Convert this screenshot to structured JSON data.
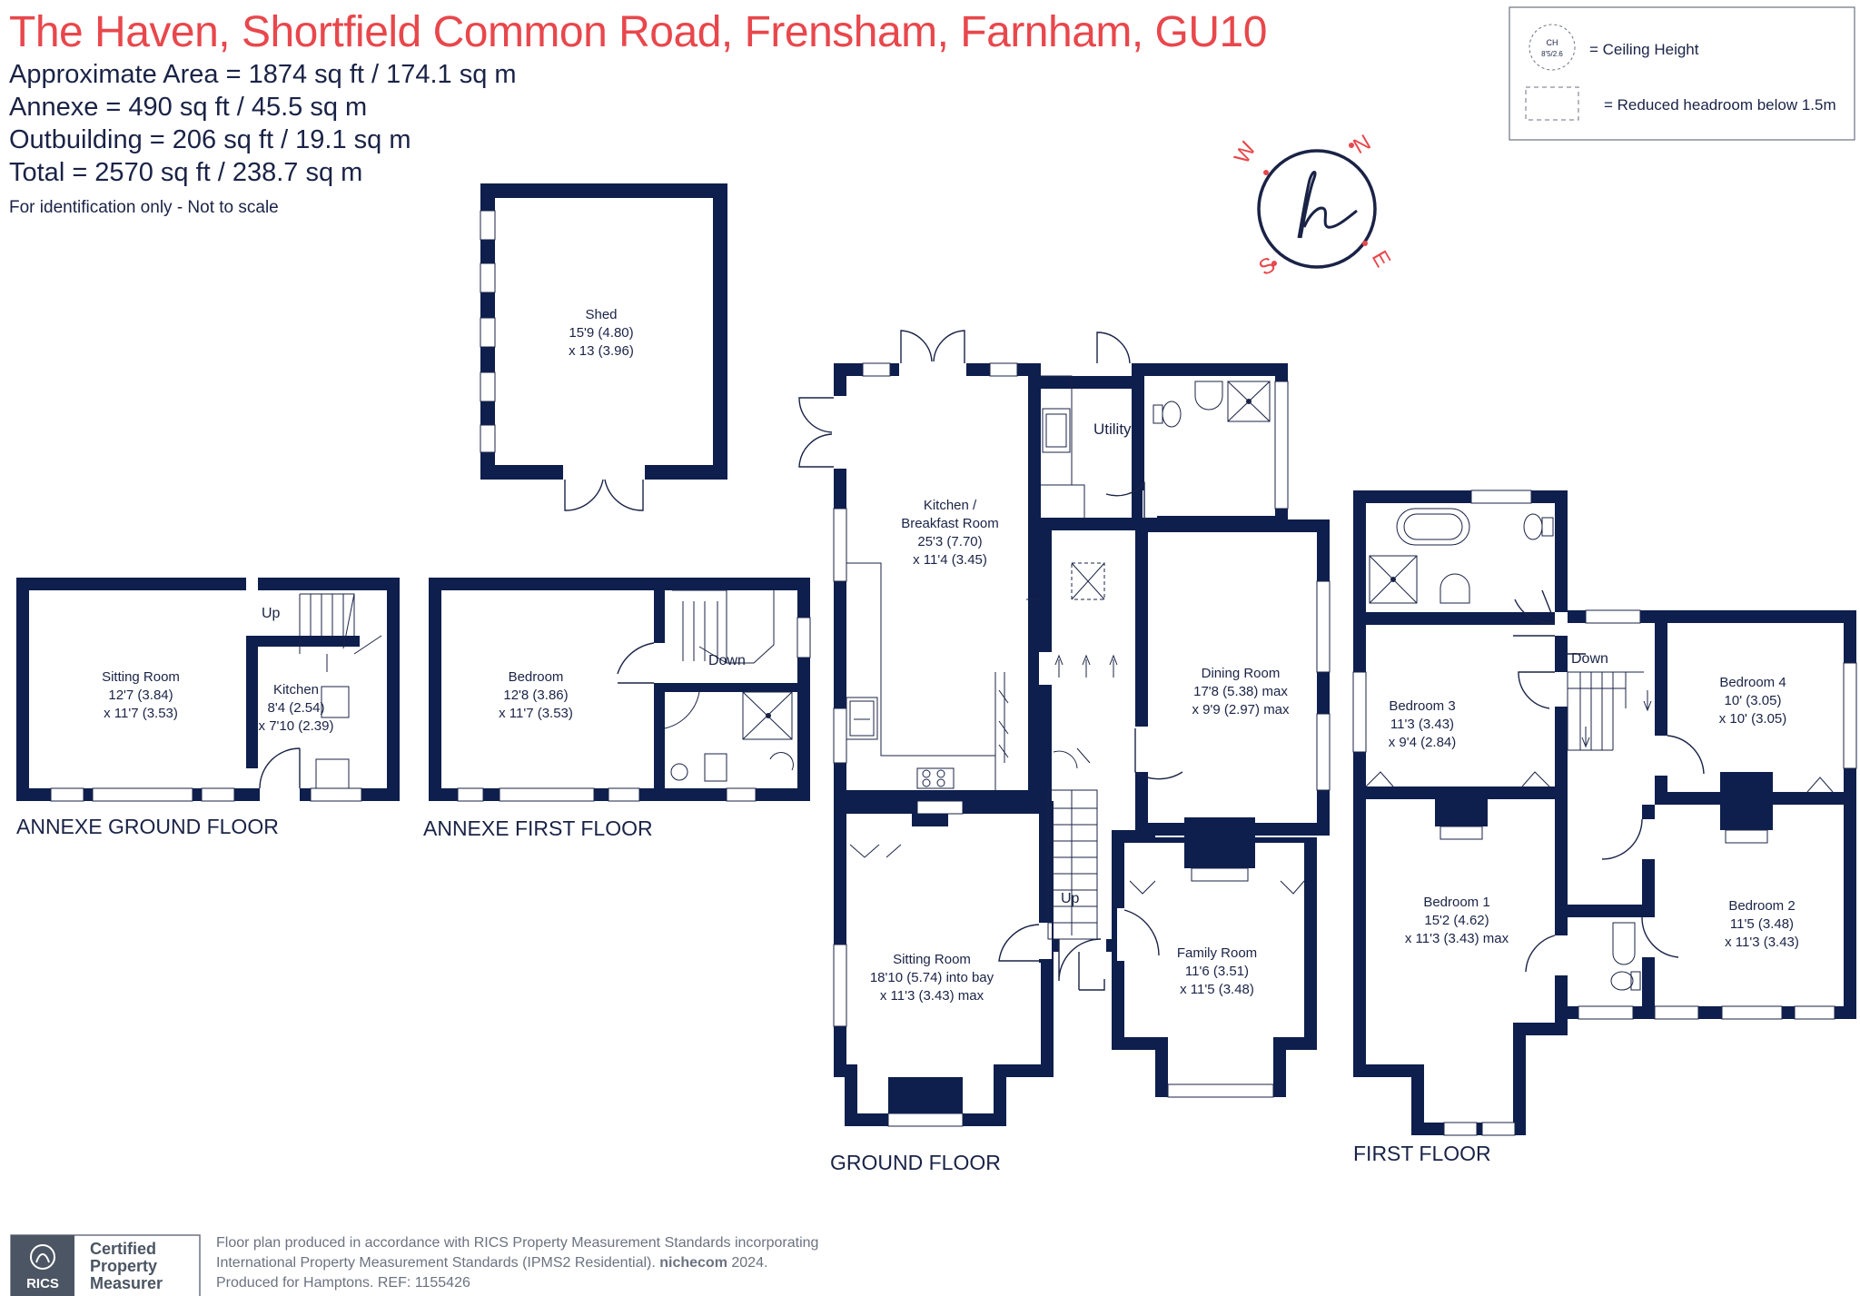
{
  "header": {
    "title": "The Haven, Shortfield Common Road, Frensham, Farnham, GU10",
    "areas": [
      "Approximate Area = 1874 sq ft / 174.1 sq m",
      "Annexe = 490 sq ft / 45.5 sq m",
      "Outbuilding = 206 sq ft / 19.1 sq m",
      "Total = 2570 sq ft / 238.7 sq m"
    ],
    "note": "For identification only - Not to scale"
  },
  "legend": {
    "ch_symbol_top": "CH",
    "ch_symbol_bottom": "8'5/2.6",
    "ceiling_label": "= Ceiling Height",
    "reduced_label": "= Reduced headroom below 1.5m"
  },
  "compass": {
    "n": "N",
    "e": "E",
    "s": "S",
    "w": "W",
    "logo": "h"
  },
  "floors": {
    "annexe_ground": "ANNEXE GROUND FLOOR",
    "annexe_first": "ANNEXE FIRST FLOOR",
    "ground": "GROUND FLOOR",
    "first": "FIRST FLOOR"
  },
  "rooms": {
    "shed": [
      "Shed",
      "15'9 (4.80)",
      "x 13 (3.96)"
    ],
    "annexe_sitting": [
      "Sitting Room",
      "12'7 (3.84)",
      "x 11'7 (3.53)"
    ],
    "annexe_kitchen": [
      "Kitchen",
      "8'4 (2.54)",
      "x 7'10 (2.39)"
    ],
    "annexe_bedroom": [
      "Bedroom",
      "12'8 (3.86)",
      "x 11'7 (3.53)"
    ],
    "kitchen": [
      "Kitchen /",
      "Breakfast Room",
      "25'3 (7.70)",
      "x 11'4 (3.45)"
    ],
    "utility": [
      "Utility"
    ],
    "dining": [
      "Dining Room",
      "17'8 (5.38) max",
      "x 9'9 (2.97) max"
    ],
    "sitting": [
      "Sitting Room",
      "18'10 (5.74) into bay",
      "x 11'3 (3.43) max"
    ],
    "family": [
      "Family Room",
      "11'6 (3.51)",
      "x 11'5 (3.48)"
    ],
    "bedroom3": [
      "Bedroom 3",
      "11'3 (3.43)",
      "x 9'4 (2.84)"
    ],
    "bedroom4": [
      "Bedroom 4",
      "10' (3.05)",
      "x 10' (3.05)"
    ],
    "bedroom1": [
      "Bedroom 1",
      "15'2 (4.62)",
      "x 11'3 (3.43) max"
    ],
    "bedroom2": [
      "Bedroom 2",
      "11'5 (3.48)",
      "x 11'3 (3.43)"
    ]
  },
  "stairs": {
    "annexe_up": "Up",
    "annexe_down": "Down",
    "ground_up": "Up",
    "first_down": "Down"
  },
  "footer": {
    "badge_brand": "RICS",
    "badge_line1": "Certified",
    "badge_line2": "Property",
    "badge_line3": "Measurer",
    "text_line1": "Floor plan produced in accordance with RICS Property Measurement Standards incorporating",
    "text_line2": "International Property Measurement Standards (IPMS2 Residential).   ",
    "brand": "nichecom",
    "year": "2024.",
    "text_line3": "Produced for Hamptons.   REF:  1155426"
  },
  "colors": {
    "title": "#e8474c",
    "wall": "#0e1e4d",
    "text": "#1a2346",
    "footer": "#6b7280"
  }
}
